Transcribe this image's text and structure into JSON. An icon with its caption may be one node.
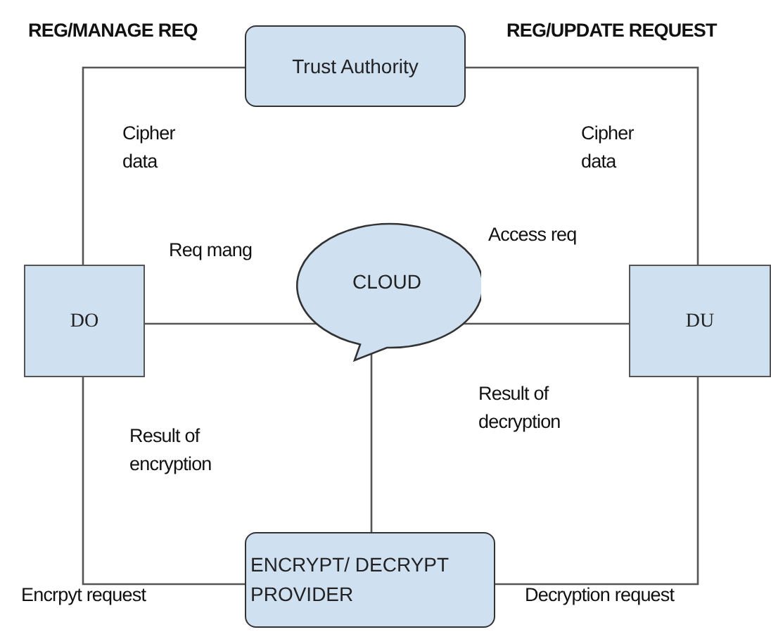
{
  "diagram": {
    "nodes": [
      {
        "text": [
          "Trust Authority"
        ]
      },
      {
        "text": [
          "DO"
        ]
      },
      {
        "text": [
          "CLOUD"
        ]
      },
      {
        "text": [
          "DU"
        ]
      },
      {
        "text": [
          "ENCRYPT/ DECRYPT PROVIDER"
        ]
      }
    ],
    "edges": [
      {
        "from": 1,
        "to": 0,
        "arrow": "none"
      },
      {
        "from": 0,
        "to": 3,
        "arrow": "none"
      },
      {
        "from": 1,
        "to": 2,
        "arrow": "none"
      },
      {
        "from": 2,
        "to": 3,
        "arrow": "none"
      },
      {
        "from": 2,
        "to": 4,
        "arrow": "none"
      },
      {
        "from": 1,
        "to": 4,
        "arrow": "none"
      },
      {
        "from": 4,
        "to": 3,
        "arrow": "none"
      }
    ],
    "labels": [
      "REG/MANAGE REQ",
      "REG/UPDATE REQUEST",
      "Cipher data",
      "Cipher data",
      "Access req",
      "Req mang",
      "Result of decryption",
      "Result of encryption",
      "Encrpyt request",
      "Decryption request"
    ]
  }
}
